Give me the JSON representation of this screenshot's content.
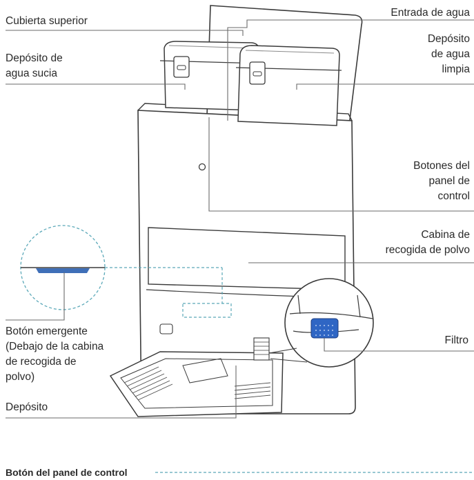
{
  "labels": {
    "top_cover": "Cubierta superior",
    "water_inlet": "Entrada de agua",
    "dirty_tank": "Depósito de\nagua sucia",
    "clean_tank": "Depósito\nde agua\nlimpia",
    "control_buttons": "Botones del\npanel de\ncontrol",
    "dust_cabin": "Cabina de\nrecogida de polvo",
    "popup_button": "Botón emergente\n (Debajo de la cabina\nde recogida de\npolvo)",
    "filter": "Filtro",
    "tray": "Depósito"
  },
  "section_title": "Botón del panel de control",
  "colors": {
    "line": "#6a6a6a",
    "outline": "#3a3a3a",
    "dashed": "#5aa8b8",
    "button_blue": "#3f6fb8",
    "filter_blue": "#2f66c4"
  }
}
